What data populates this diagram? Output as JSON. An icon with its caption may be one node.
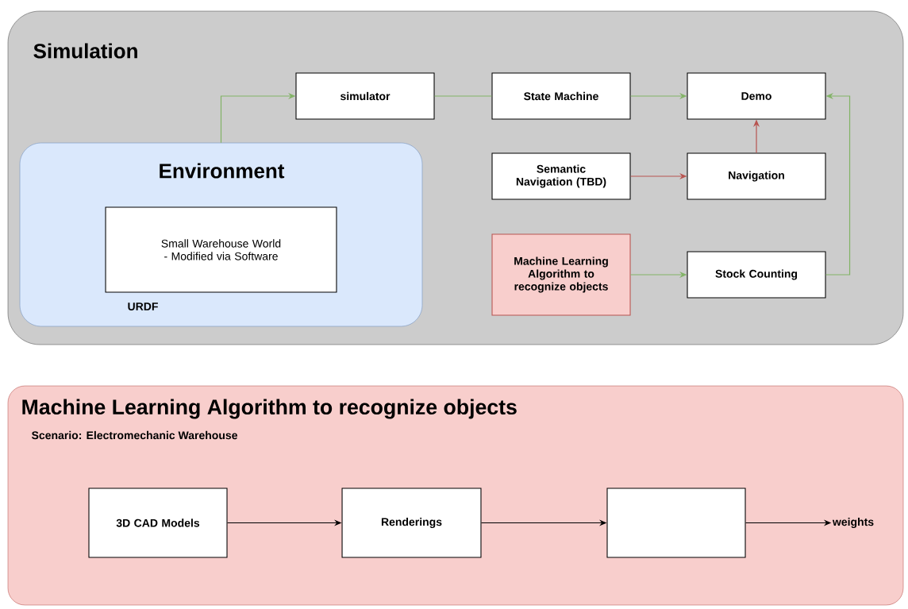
{
  "diagram": {
    "nodes": [
      {
        "text": [
          "Simulation"
        ]
      },
      {
        "text": [
          "Environment"
        ],
        "in": 0
      },
      {
        "text": [
          "Small Warehouse World - Modified via Software"
        ],
        "in": 1
      },
      {
        "text": [
          "simulator"
        ],
        "in": 0
      },
      {
        "text": [
          "State Machine"
        ],
        "in": 0
      },
      {
        "text": [
          "Demo"
        ],
        "in": 0
      },
      {
        "text": [
          "Semantic Navigation (TBD)"
        ],
        "in": 0
      },
      {
        "text": [
          "Navigation"
        ],
        "in": 0
      },
      {
        "text": [
          "Machine Learning Algorithm to recognize objects"
        ],
        "in": 0
      },
      {
        "text": [
          "Stock Counting"
        ],
        "in": 0
      },
      {
        "text": [
          "Machine Learning Algorithm to recognize objects",
          "Scenario: Electromechanic Warehouse"
        ]
      },
      {
        "text": [
          "3D CAD Models"
        ],
        "in": 10
      },
      {
        "text": [
          "Renderings"
        ],
        "in": 10
      },
      {
        "text": [],
        "shape": "box",
        "in": 10
      },
      {
        "text": [
          "weights"
        ],
        "in": 10
      }
    ],
    "edges": [
      {
        "from": 1,
        "to": 3,
        "arrow": "to",
        "color": "#82b366"
      },
      {
        "from": 3,
        "to": 4,
        "arrow": "none",
        "color": "#82b366"
      },
      {
        "from": 4,
        "to": 5,
        "arrow": "to",
        "color": "#82b366"
      },
      {
        "from": 6,
        "to": 7,
        "arrow": "to",
        "color": "#b85450"
      },
      {
        "from": 7,
        "to": 5,
        "arrow": "to",
        "color": "#b85450"
      },
      {
        "from": 8,
        "to": 9,
        "arrow": "to",
        "color": "#82b366"
      },
      {
        "from": 9,
        "to": 5,
        "arrow": "to",
        "color": "#82b366"
      },
      {
        "from": 11,
        "to": 12,
        "arrow": "to",
        "color": "#000000"
      },
      {
        "from": 12,
        "to": 13,
        "arrow": "to",
        "color": "#000000"
      },
      {
        "from": 13,
        "to": 14,
        "arrow": "to",
        "color": "#000000"
      }
    ],
    "labels": [
      "URDF"
    ]
  }
}
